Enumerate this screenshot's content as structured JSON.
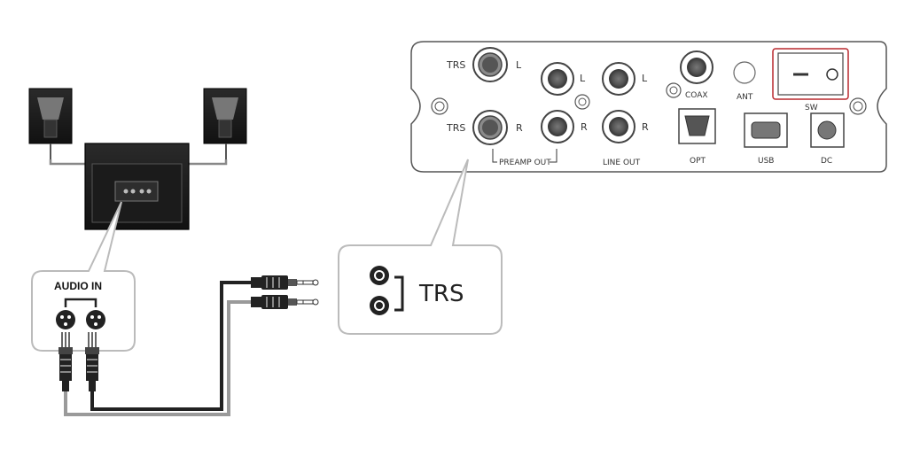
{
  "panel": {
    "trs_top": "TRS",
    "trs_bottom": "TRS",
    "l1": "L",
    "r1": "R",
    "l2": "L",
    "r2": "R",
    "l3": "L",
    "r3": "R",
    "coax": "COAX",
    "ant": "ANT",
    "sw": "SW",
    "preamp_out": "PREAMP OUT",
    "line_out": "LINE OUT",
    "opt": "OPT",
    "usb": "USB",
    "dc": "DC"
  },
  "callout_trs": {
    "label": "TRS"
  },
  "callout_audio": {
    "label": "AUDIO IN"
  },
  "colors": {
    "accent_red": "#b8282e",
    "cable_dark": "#222222",
    "cable_light": "#9a9a9a",
    "callout_border": "#bbbbbb"
  },
  "icons": [
    "xlr-jack-icon",
    "trs-jack-icon",
    "trs-plug-icon",
    "xlr-plug-icon",
    "speaker-icon",
    "subwoofer-icon",
    "power-switch-icon",
    "usb-port-icon",
    "optical-port-icon",
    "dc-jack-icon"
  ]
}
